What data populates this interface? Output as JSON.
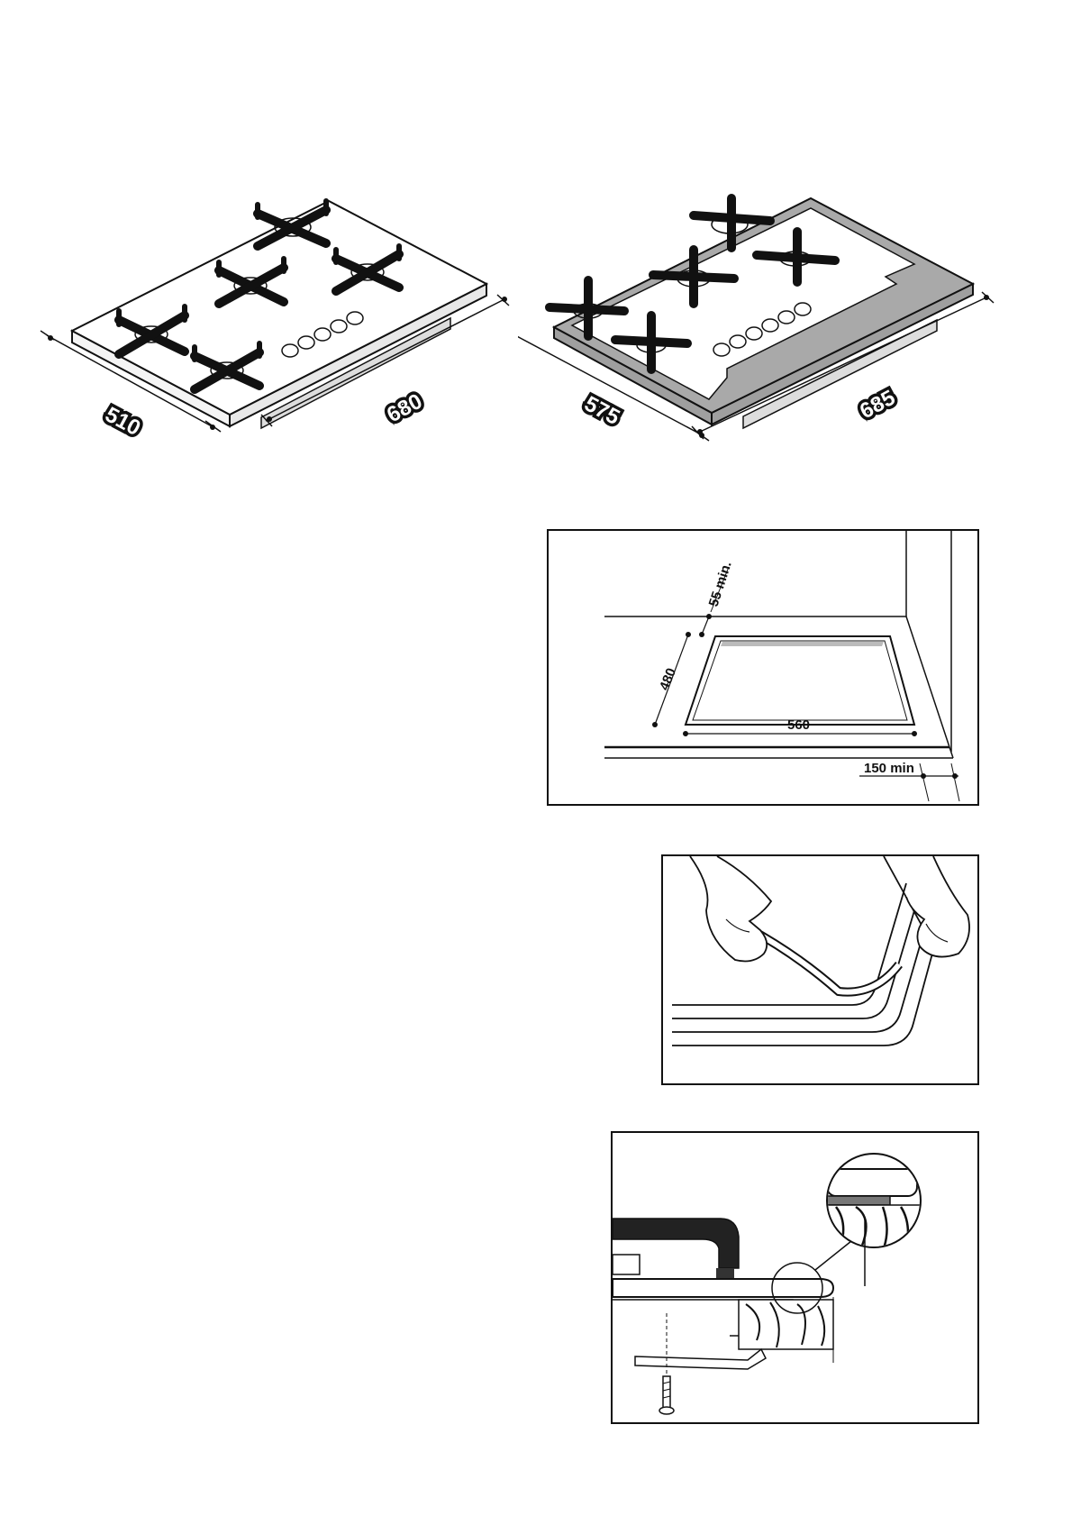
{
  "hob_left": {
    "depth": "510",
    "width": "680"
  },
  "hob_right": {
    "depth": "575",
    "width": "685"
  },
  "cutout": {
    "clearance_rear": "55 min.",
    "depth": "480",
    "width": "560",
    "clearance_side": "150 min"
  },
  "colors": {
    "line": "#111111",
    "frame_grey": "#a9a9a9",
    "paper": "#ffffff"
  }
}
